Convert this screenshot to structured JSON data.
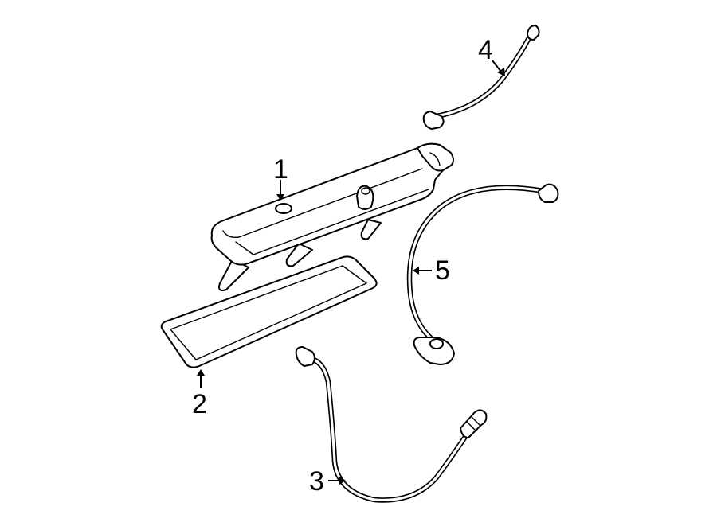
{
  "diagram": {
    "callouts": [
      {
        "id": "1",
        "label": "1"
      },
      {
        "id": "2",
        "label": "2"
      },
      {
        "id": "3",
        "label": "3"
      },
      {
        "id": "4",
        "label": "4"
      },
      {
        "id": "5",
        "label": "5"
      }
    ],
    "colors": {
      "line": "#000000",
      "background": "#ffffff"
    }
  }
}
